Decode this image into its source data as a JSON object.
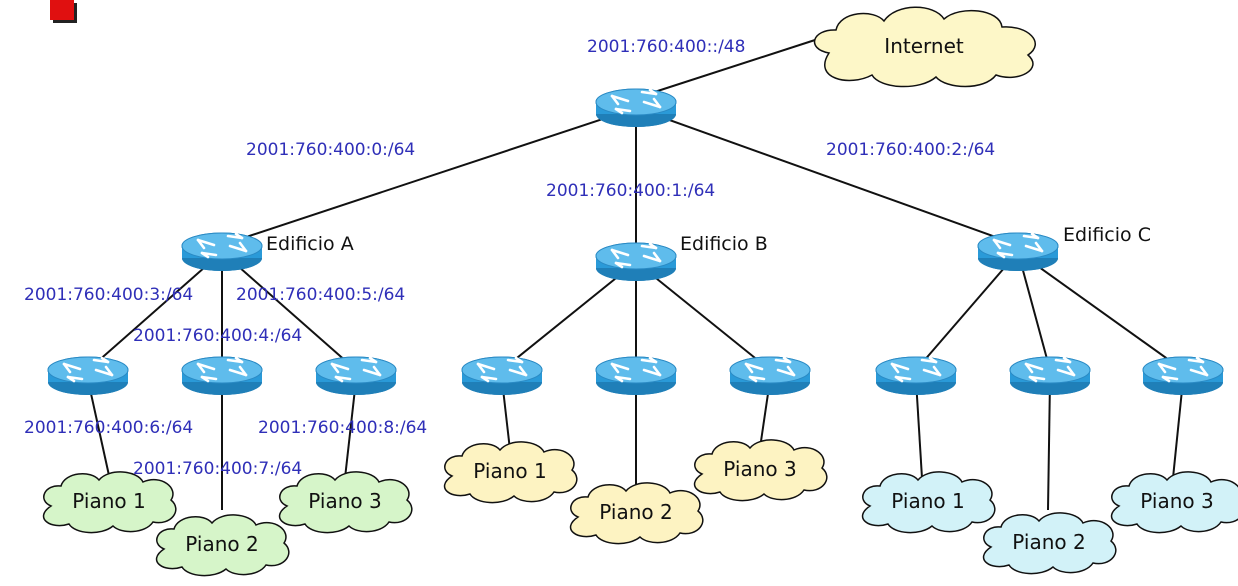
{
  "colors": {
    "link": "#111111",
    "subnet_text": "#2f2fb8",
    "router_body": "#2a9ad8",
    "router_top": "#6cc6f2",
    "cloud_internet": "#fdf7c8",
    "cloud_edificio_a": "#d6f5c9",
    "cloud_edificio_b": "#fdf3c2",
    "cloud_edificio_c": "#d2f2f8",
    "marker": "#e01010"
  },
  "internet": {
    "label": "Internet",
    "prefix": "2001:760:400::/48"
  },
  "core": {
    "uplinks": [
      "2001:760:400:0:/64",
      "2001:760:400:1:/64",
      "2001:760:400:2:/64"
    ]
  },
  "buildings": [
    {
      "name": "Edificio A",
      "floor_links": [
        "2001:760:400:3:/64",
        "2001:760:400:4:/64",
        "2001:760:400:5:/64"
      ],
      "lan_links": [
        "2001:760:400:6:/64",
        "2001:760:400:7:/64",
        "2001:760:400:8:/64"
      ],
      "floors": [
        "Piano 1",
        "Piano 2",
        "Piano 3"
      ]
    },
    {
      "name": "Edificio B",
      "floors": [
        "Piano 1",
        "Piano 2",
        "Piano 3"
      ]
    },
    {
      "name": "Edificio C",
      "floors": [
        "Piano 1",
        "Piano 2",
        "Piano 3"
      ]
    }
  ]
}
